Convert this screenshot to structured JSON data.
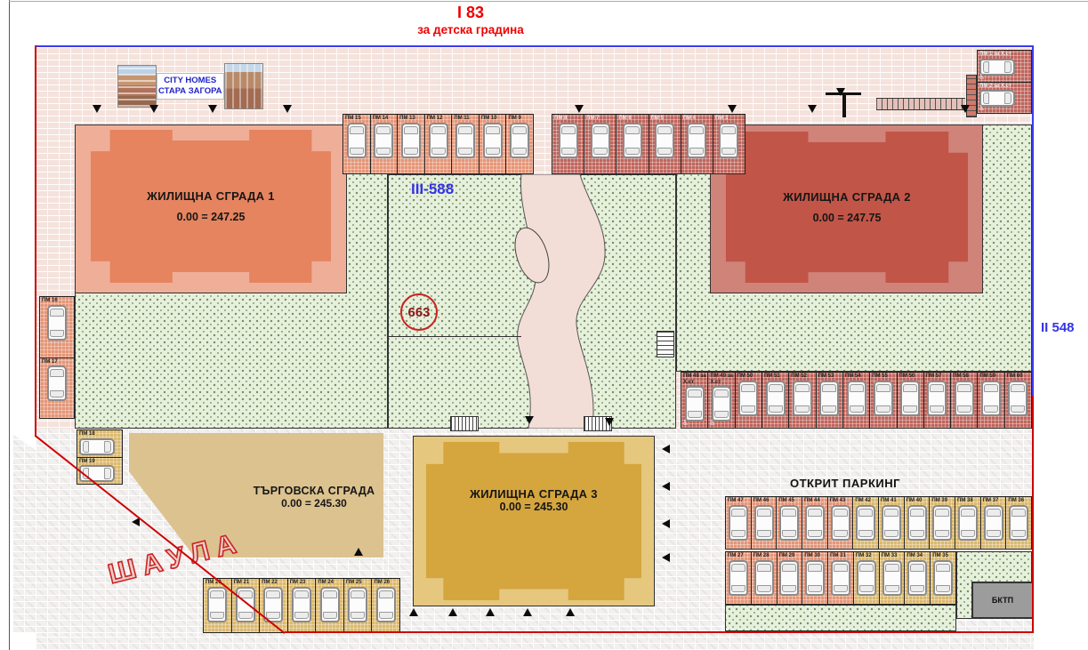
{
  "header": {
    "plot_ref": "I 83",
    "plot_purpose": "за детска градина"
  },
  "logo": {
    "line1": "CITY HOMES",
    "line2": "СТАРА ЗАГОРА"
  },
  "labels": {
    "street_right": "II 548",
    "zone_ref": "III-588",
    "plot_number": "663",
    "street_name": "ШАУЛА",
    "open_parking": "ОТКРИТ ПАРКИНГ",
    "substation": "БКТП"
  },
  "buildings": [
    {
      "name": "ЖИЛИЩНА СГРАДА 1",
      "elevation": "0.00 = 247.25"
    },
    {
      "name": "ЖИЛИЩНА СГРАДА 2",
      "elevation": "0.00 = 247.75"
    },
    {
      "name": "ЖИЛИЩНА СГРАДА 3",
      "elevation": "0.00 = 245.30"
    },
    {
      "name": "ТЪРГОВСКА СГРАДА",
      "elevation": "0.00 = 245.30"
    }
  ],
  "parking": {
    "top_row_a": [
      {
        "label": "ПМ 15"
      },
      {
        "label": "ПМ 14"
      },
      {
        "label": "ПМ 13"
      },
      {
        "label": "ПМ 12"
      },
      {
        "label": "ПМ 11"
      },
      {
        "label": "ПМ 10"
      },
      {
        "label": "ПМ 9"
      }
    ],
    "top_row_b": [
      {
        "label": "ПМ 8"
      },
      {
        "label": "ПМ 7"
      },
      {
        "label": "ПМ 6"
      },
      {
        "label": "ПМ 5"
      },
      {
        "label": "ПМ 4"
      },
      {
        "label": "ПМ 3"
      }
    ],
    "right_top": [
      {
        "label": "ПМ 1 за Х.ст",
        "accessible": true
      },
      {
        "label": "ПМ 2 за Х.ст",
        "accessible": true
      }
    ],
    "left_side": [
      {
        "label": "ПМ 16"
      },
      {
        "label": "ПМ 17"
      }
    ],
    "left_lower": [
      {
        "label": "ПМ 18"
      },
      {
        "label": "ПМ 19"
      }
    ],
    "middle_row": [
      {
        "label": "ПМ 48 за Х.ст",
        "accessible": true
      },
      {
        "label": "ПМ 49 за Х.ст",
        "accessible": true
      },
      {
        "label": "ПМ 50"
      },
      {
        "label": "ПМ 51"
      },
      {
        "label": "ПМ 52"
      },
      {
        "label": "ПМ 53"
      },
      {
        "label": "ПМ 54"
      },
      {
        "label": "ПМ 55"
      },
      {
        "label": "ПМ 56"
      },
      {
        "label": "ПМ 57"
      },
      {
        "label": "ПМ 58"
      },
      {
        "label": "ПМ 59"
      },
      {
        "label": "ПМ 60"
      }
    ],
    "open_row_1": [
      {
        "label": "ПМ 47"
      },
      {
        "label": "ПМ 46"
      },
      {
        "label": "ПМ 45"
      },
      {
        "label": "ПМ 44"
      },
      {
        "label": "ПМ 43"
      },
      {
        "label": "ПМ 42"
      },
      {
        "label": "ПМ 41"
      },
      {
        "label": "ПМ 40"
      },
      {
        "label": "ПМ 39"
      },
      {
        "label": "ПМ 38"
      },
      {
        "label": "ПМ 37"
      },
      {
        "label": "ПМ 36"
      }
    ],
    "open_row_2": [
      {
        "label": "ПМ 27"
      },
      {
        "label": "ПМ 28"
      },
      {
        "label": "ПМ 29"
      },
      {
        "label": "ПМ 30"
      },
      {
        "label": "ПМ 31"
      },
      {
        "label": "ПМ 32"
      },
      {
        "label": "ПМ 33"
      },
      {
        "label": "ПМ 34"
      },
      {
        "label": "ПМ 35"
      }
    ],
    "bottom_left_row": [
      {
        "label": "ПМ 20"
      },
      {
        "label": "ПМ 21"
      },
      {
        "label": "ПМ 22"
      },
      {
        "label": "ПМ 23"
      },
      {
        "label": "ПМ 24"
      },
      {
        "label": "ПМ 25"
      },
      {
        "label": "ПМ 26"
      }
    ]
  },
  "icons": {
    "wheelchair": "♿"
  },
  "colors": {
    "boundary_red": "#ce0202",
    "street_blue": "#3b3bef",
    "label_red": "#ee0000",
    "label_blue": "#3434e8",
    "green_area": "#e6f0dc",
    "pavement_pink": "#f5e2dc",
    "salmon_stall": "#e59577",
    "red_stall": "#bf655c",
    "gold_stall": "#dcb96d",
    "building_1": "#e5845f",
    "building_2": "#c15547",
    "building_3": "#d5a53e",
    "commercial": "#dcc28f"
  }
}
